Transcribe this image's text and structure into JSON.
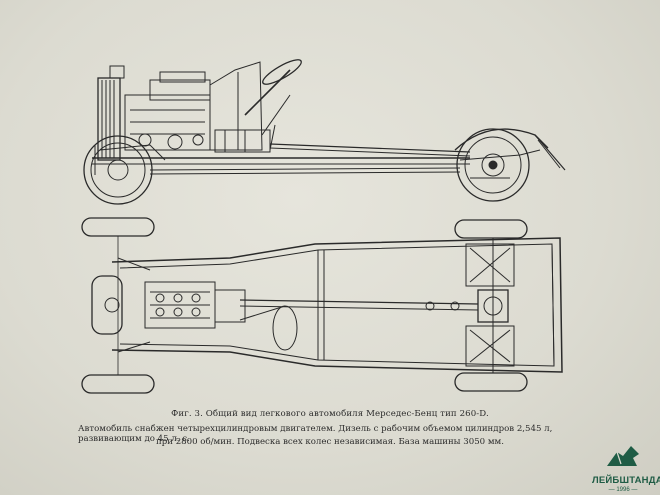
{
  "caption": {
    "figure_title": "Фиг. 3. Общий вид легкового автомобиля Мерседес-Бенц тип 260-D.",
    "line2": "Автомобиль снабжен четырехцилиндровым двигателем. Дизель с рабочим объемом цилиндров 2,545 л, развивающим до 45 л. с.",
    "line3": "при 2800 об/мин. Подвеска всех колес независимая. База машины 3050 мм."
  },
  "watermark": {
    "name": "ЛЕЙБШТАНДАРТ",
    "year": "— 1996 —",
    "color": "#1f5c45"
  },
  "colors": {
    "paper": "#dcdbd1",
    "ink": "#2a2a2a"
  }
}
